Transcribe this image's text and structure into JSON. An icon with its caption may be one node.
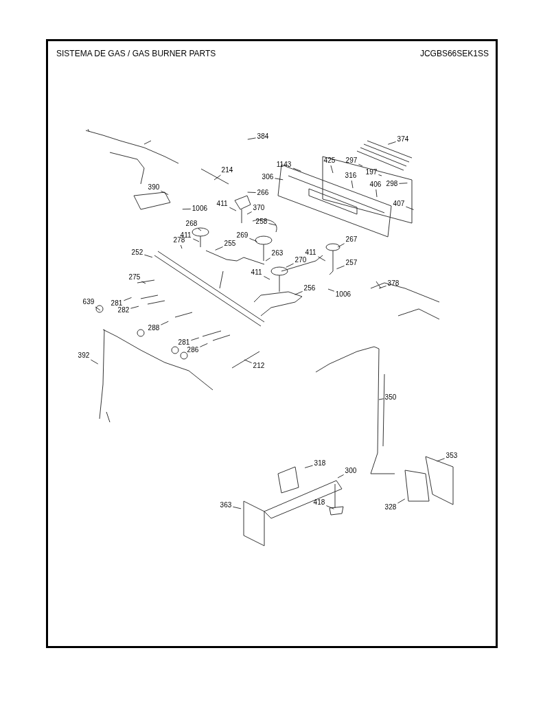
{
  "diagram": {
    "title": "SISTEMA DE GAS / GAS BURNER PARTS",
    "labels": [
      "JCGBS66SEK1SS"
    ],
    "nodes": [
      {
        "text": [
          "384"
        ]
      },
      {
        "text": [
          "374"
        ]
      },
      {
        "text": [
          "214"
        ]
      },
      {
        "text": [
          "1143"
        ]
      },
      {
        "text": [
          "425"
        ]
      },
      {
        "text": [
          "297"
        ]
      },
      {
        "text": [
          "197"
        ]
      },
      {
        "text": [
          "306"
        ]
      },
      {
        "text": [
          "316"
        ]
      },
      {
        "text": [
          "406"
        ]
      },
      {
        "text": [
          "298"
        ]
      },
      {
        "text": [
          "390"
        ]
      },
      {
        "text": [
          "266"
        ]
      },
      {
        "text": [
          "411"
        ]
      },
      {
        "text": [
          "370"
        ]
      },
      {
        "text": [
          "1006"
        ]
      },
      {
        "text": [
          "407"
        ]
      },
      {
        "text": [
          "268"
        ]
      },
      {
        "text": [
          "258"
        ]
      },
      {
        "text": [
          "411"
        ]
      },
      {
        "text": [
          "269"
        ]
      },
      {
        "text": [
          "278"
        ]
      },
      {
        "text": [
          "267"
        ]
      },
      {
        "text": [
          "255"
        ]
      },
      {
        "text": [
          "252"
        ]
      },
      {
        "text": [
          "263"
        ]
      },
      {
        "text": [
          "411"
        ]
      },
      {
        "text": [
          "270"
        ]
      },
      {
        "text": [
          "257"
        ]
      },
      {
        "text": [
          "411"
        ]
      },
      {
        "text": [
          "275"
        ]
      },
      {
        "text": [
          "378"
        ]
      },
      {
        "text": [
          "256"
        ]
      },
      {
        "text": [
          "1006"
        ]
      },
      {
        "text": [
          "639"
        ]
      },
      {
        "text": [
          "281"
        ]
      },
      {
        "text": [
          "282"
        ]
      },
      {
        "text": [
          "288"
        ]
      },
      {
        "text": [
          "281"
        ]
      },
      {
        "text": [
          "286"
        ]
      },
      {
        "text": [
          "392"
        ]
      },
      {
        "text": [
          "212"
        ]
      },
      {
        "text": [
          "350"
        ]
      },
      {
        "text": [
          "353"
        ]
      },
      {
        "text": [
          "318"
        ]
      },
      {
        "text": [
          "300"
        ]
      },
      {
        "text": [
          "363"
        ]
      },
      {
        "text": [
          "418"
        ]
      },
      {
        "text": [
          "328"
        ]
      }
    ],
    "edges": [
      {
        "from": 0,
        "to": null,
        "arrow": "none"
      },
      {
        "from": 1,
        "to": null,
        "arrow": "none"
      },
      {
        "from": 2,
        "to": null,
        "arrow": "none"
      },
      {
        "from": 3,
        "to": null,
        "arrow": "none"
      },
      {
        "from": 4,
        "to": null,
        "arrow": "none"
      },
      {
        "from": 5,
        "to": null,
        "arrow": "none"
      },
      {
        "from": 6,
        "to": null,
        "arrow": "none"
      },
      {
        "from": 7,
        "to": null,
        "arrow": "none"
      },
      {
        "from": 8,
        "to": null,
        "arrow": "none"
      },
      {
        "from": 9,
        "to": null,
        "arrow": "none"
      },
      {
        "from": 10,
        "to": null,
        "arrow": "none"
      },
      {
        "from": 11,
        "to": null,
        "arrow": "none"
      },
      {
        "from": 12,
        "to": null,
        "arrow": "none"
      },
      {
        "from": 13,
        "to": null,
        "arrow": "none"
      },
      {
        "from": 14,
        "to": null,
        "arrow": "none"
      },
      {
        "from": 15,
        "to": null,
        "arrow": "none"
      },
      {
        "from": 16,
        "to": null,
        "arrow": "none"
      },
      {
        "from": 17,
        "to": null,
        "arrow": "none"
      },
      {
        "from": 18,
        "to": null,
        "arrow": "none"
      },
      {
        "from": 19,
        "to": null,
        "arrow": "none"
      },
      {
        "from": 20,
        "to": null,
        "arrow": "none"
      },
      {
        "from": 21,
        "to": null,
        "arrow": "none"
      },
      {
        "from": 22,
        "to": null,
        "arrow": "none"
      },
      {
        "from": 23,
        "to": null,
        "arrow": "none"
      },
      {
        "from": 24,
        "to": null,
        "arrow": "none"
      },
      {
        "from": 25,
        "to": null,
        "arrow": "none"
      },
      {
        "from": 26,
        "to": null,
        "arrow": "none"
      },
      {
        "from": 27,
        "to": null,
        "arrow": "none"
      },
      {
        "from": 28,
        "to": null,
        "arrow": "none"
      },
      {
        "from": 29,
        "to": null,
        "arrow": "none"
      },
      {
        "from": 30,
        "to": null,
        "arrow": "none"
      },
      {
        "from": 31,
        "to": null,
        "arrow": "none"
      },
      {
        "from": 32,
        "to": null,
        "arrow": "none"
      },
      {
        "from": 33,
        "to": null,
        "arrow": "none"
      },
      {
        "from": 34,
        "to": null,
        "arrow": "none"
      },
      {
        "from": 35,
        "to": null,
        "arrow": "none"
      },
      {
        "from": 36,
        "to": null,
        "arrow": "none"
      },
      {
        "from": 37,
        "to": null,
        "arrow": "none"
      },
      {
        "from": 38,
        "to": null,
        "arrow": "none"
      },
      {
        "from": 39,
        "to": null,
        "arrow": "none"
      },
      {
        "from": 40,
        "to": null,
        "arrow": "none"
      },
      {
        "from": 41,
        "to": null,
        "arrow": "none"
      },
      {
        "from": 42,
        "to": null,
        "arrow": "none"
      },
      {
        "from": 43,
        "to": null,
        "arrow": "none"
      },
      {
        "from": 44,
        "to": null,
        "arrow": "none"
      },
      {
        "from": 45,
        "to": null,
        "arrow": "none"
      },
      {
        "from": 46,
        "to": null,
        "arrow": "none"
      },
      {
        "from": 47,
        "to": null,
        "arrow": "none"
      },
      {
        "from": 48,
        "to": null,
        "arrow": "none"
      }
    ]
  }
}
